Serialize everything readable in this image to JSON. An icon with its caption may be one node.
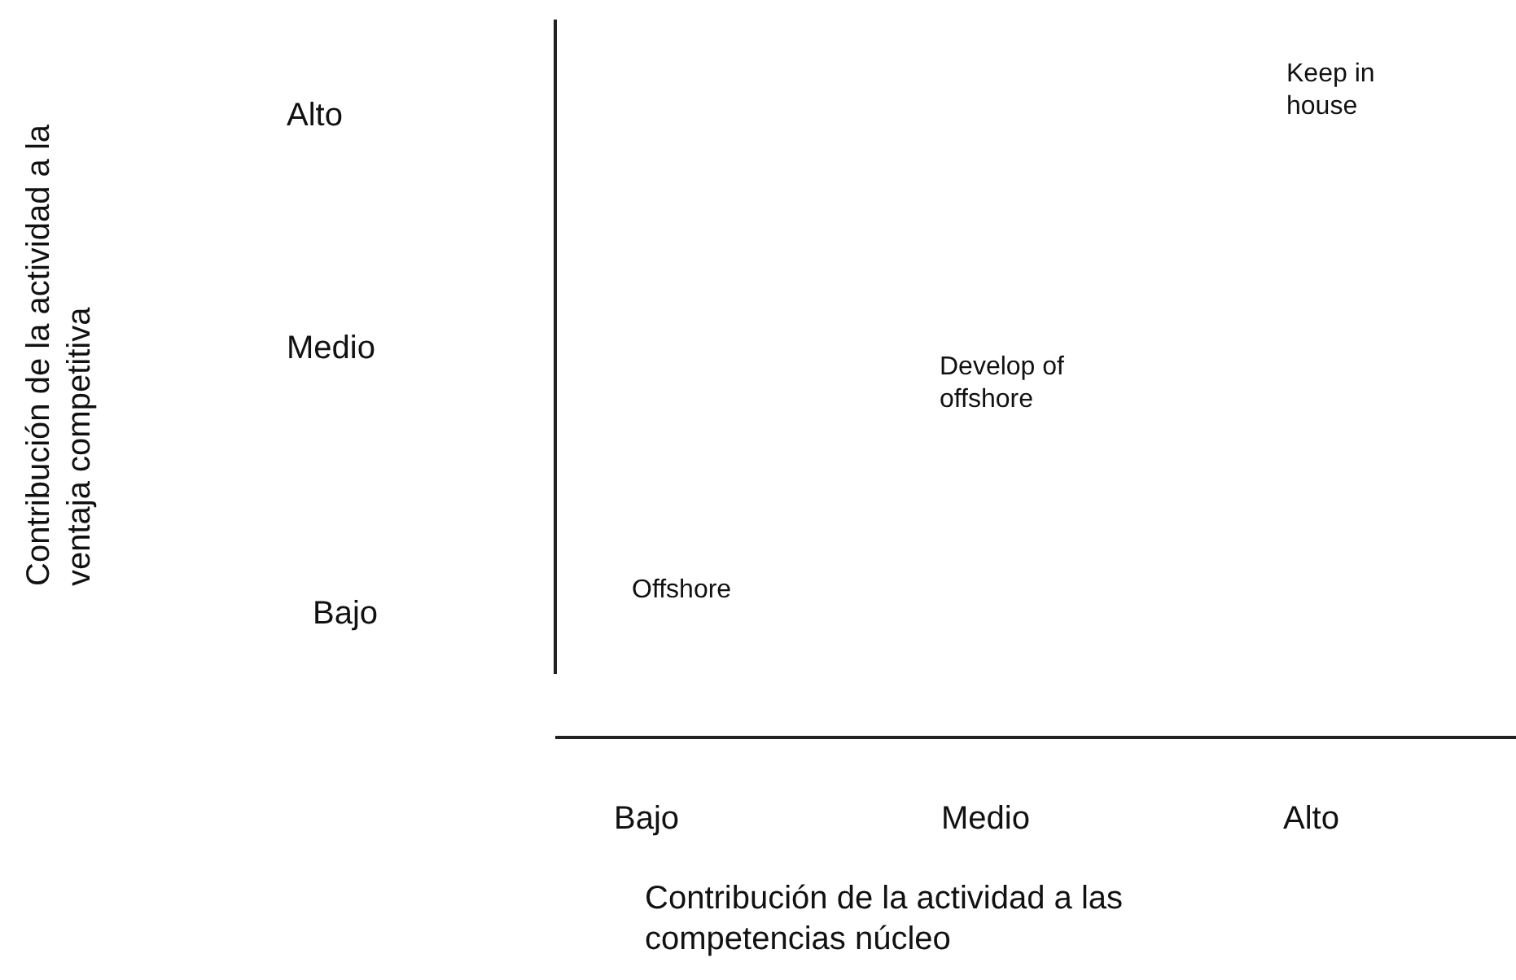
{
  "diagram": {
    "labels": [
      "Contribución de la actividad a la ventaja competitiva",
      "Alto",
      "Keep in house",
      "Medio",
      "Develop of offshore",
      "Bajo",
      "Offshore",
      "Bajo",
      "Medio",
      "Alto",
      "Contribución de la actividad a las competencias núcleo"
    ]
  }
}
